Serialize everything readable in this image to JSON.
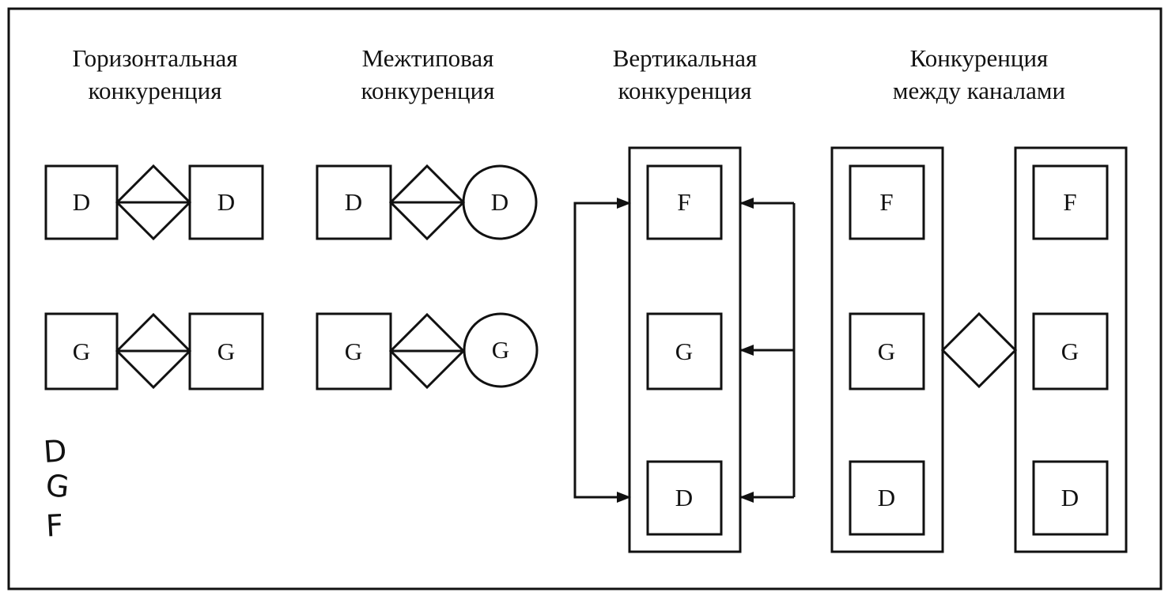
{
  "headings": {
    "horizontal": [
      "Горизонтальная",
      "конкуренция"
    ],
    "intertype": [
      "Межтиповая",
      "конкуренция"
    ],
    "vertical": [
      "Вертикальная",
      "конкуренция"
    ],
    "channels": [
      "Конкуренция",
      "между каналами"
    ]
  },
  "nodes": {
    "D": "D",
    "G": "G",
    "F": "F"
  },
  "handwritten_notes": [
    "D",
    "G",
    "F"
  ]
}
